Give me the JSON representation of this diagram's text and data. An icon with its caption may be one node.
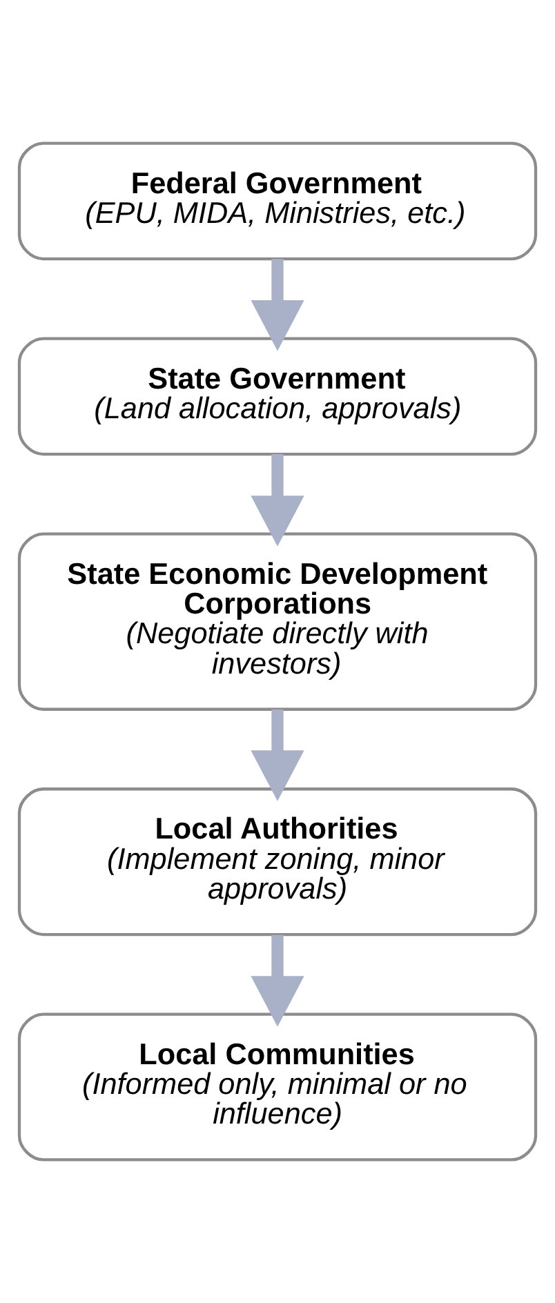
{
  "diagram": {
    "nodes": [
      {
        "text": [
          "Federal Government",
          "(EPU, MIDA, Ministries, etc.)"
        ]
      },
      {
        "text": [
          "State Government",
          "(Land allocation, approvals)"
        ]
      },
      {
        "text": [
          "State Economic Development Corporations",
          "(Negotiate directly with investors)"
        ]
      },
      {
        "text": [
          "Local Authorities",
          "(Implement zoning, minor approvals)"
        ]
      },
      {
        "text": [
          "Local Communities",
          "(Informed only, minimal or no influence)"
        ]
      }
    ],
    "edges": [
      {
        "from": 0,
        "to": 1,
        "arrow": "to"
      },
      {
        "from": 1,
        "to": 2,
        "arrow": "to"
      },
      {
        "from": 2,
        "to": 3,
        "arrow": "to"
      },
      {
        "from": 3,
        "to": 4,
        "arrow": "to"
      }
    ]
  }
}
